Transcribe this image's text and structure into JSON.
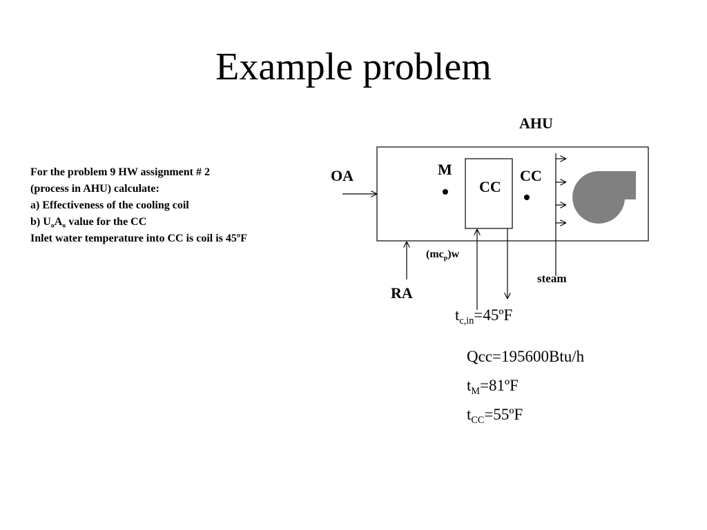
{
  "title": "Example problem",
  "problem": {
    "line1": "For the problem 9 HW assignment # 2",
    "line2": "(process in AHU)  calculate:",
    "line3": "a) Effectiveness of the cooling coil",
    "line4_prefix": "b) U",
    "line4_sub1": "o",
    "line4_mid": "A",
    "line4_sub2": "o",
    "line4_suffix": " value for the CC",
    "line5": "Inlet water temperature into CC is coil is 45ºF"
  },
  "diagram": {
    "ahu_label": "AHU",
    "oa_label": "OA",
    "ra_label": "RA",
    "m_label": "M",
    "cc_box_label": "CC",
    "cc_point_label": "CC",
    "flow_prefix": "(mc",
    "flow_sub": "p",
    "flow_suffix": ")w",
    "steam_label": "steam",
    "fan_icon": "fan-icon",
    "fan_color": "#808080"
  },
  "results": {
    "tcin_t": "t",
    "tcin_sub": "c,in",
    "tcin_val": "=45ºF",
    "qcc": "Qcc=195600Btu/h",
    "tm_t": "t",
    "tm_sub": "M",
    "tm_val": "=81ºF",
    "tcc_t": "t",
    "tcc_sub": "CC",
    "tcc_val": "=55ºF"
  }
}
